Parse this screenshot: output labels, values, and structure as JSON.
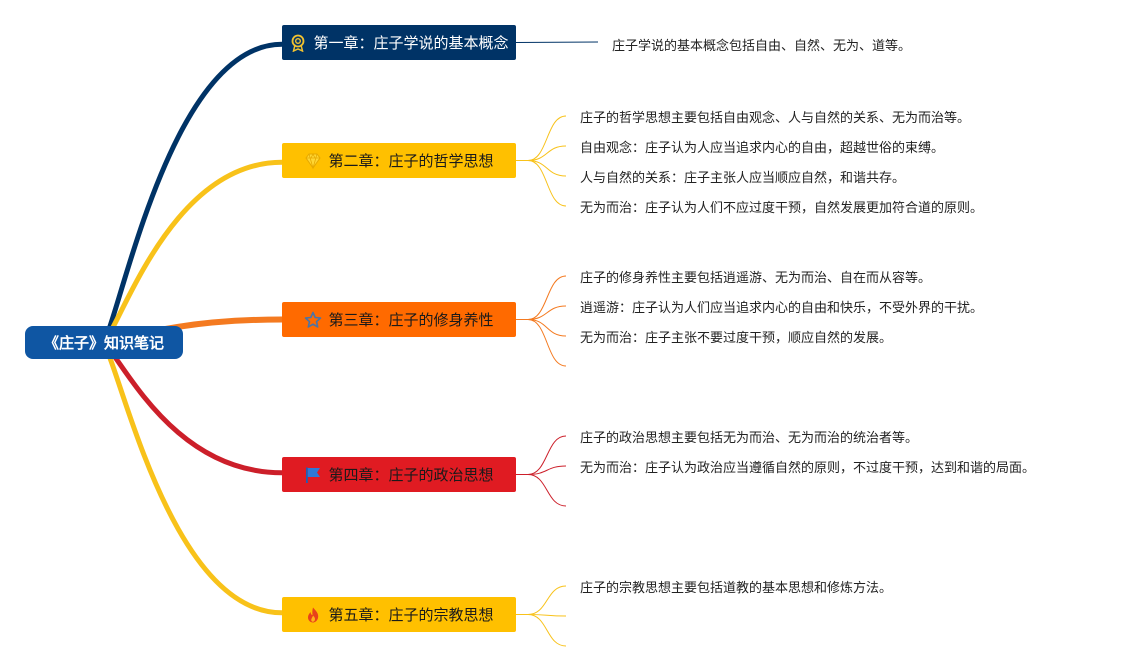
{
  "root": {
    "label": "《庄子》知识笔记",
    "color": "#0f56a3"
  },
  "chapters": [
    {
      "title": "第一章：庄子学说的基本概念",
      "bg": "#003366",
      "fg": "#ffffff",
      "line": "#003366",
      "icon": "medal-icon",
      "items": [
        "庄子学说的基本概念包括自由、自然、无为、道等。"
      ]
    },
    {
      "title": "第二章：庄子的哲学思想",
      "bg": "#ffc000",
      "fg": "#1a1a1a",
      "line": "#f8c21a",
      "icon": "diamond-icon",
      "items": [
        "庄子的哲学思想主要包括自由观念、人与自然的关系、无为而治等。",
        "自由观念：庄子认为人应当追求内心的自由，超越世俗的束缚。",
        "人与自然的关系：庄子主张人应当顺应自然，和谐共存。",
        "无为而治：庄子认为人们不应过度干预，自然发展更加符合道的原则。"
      ]
    },
    {
      "title": "第三章：庄子的修身养性",
      "bg": "#ff6a00",
      "fg": "#1a1a1a",
      "line": "#f47a20",
      "icon": "star-icon",
      "items": [
        "庄子的修身养性主要包括逍遥游、无为而治、自在而从容等。",
        "逍遥游：庄子认为人们应当追求内心的自由和快乐，不受外界的干扰。",
        "无为而治：庄子主张不要过度干预，顺应自然的发展。",
        ""
      ]
    },
    {
      "title": "第四章：庄子的政治思想",
      "bg": "#e01b22",
      "fg": "#1a1a1a",
      "line": "#cc1f2a",
      "icon": "flag-icon",
      "items": [
        "庄子的政治思想主要包括无为而治、无为而治的统治者等。",
        "无为而治：庄子认为政治应当遵循自然的原则，不过度干预，达到和谐的局面。",
        ""
      ]
    },
    {
      "title": "第五章：庄子的宗教思想",
      "bg": "#ffc000",
      "fg": "#1a1a1a",
      "line": "#f8c21a",
      "icon": "flame-icon",
      "items": [
        "庄子的宗教思想主要包括道教的基本思想和修炼方法。",
        "",
        ""
      ]
    }
  ]
}
